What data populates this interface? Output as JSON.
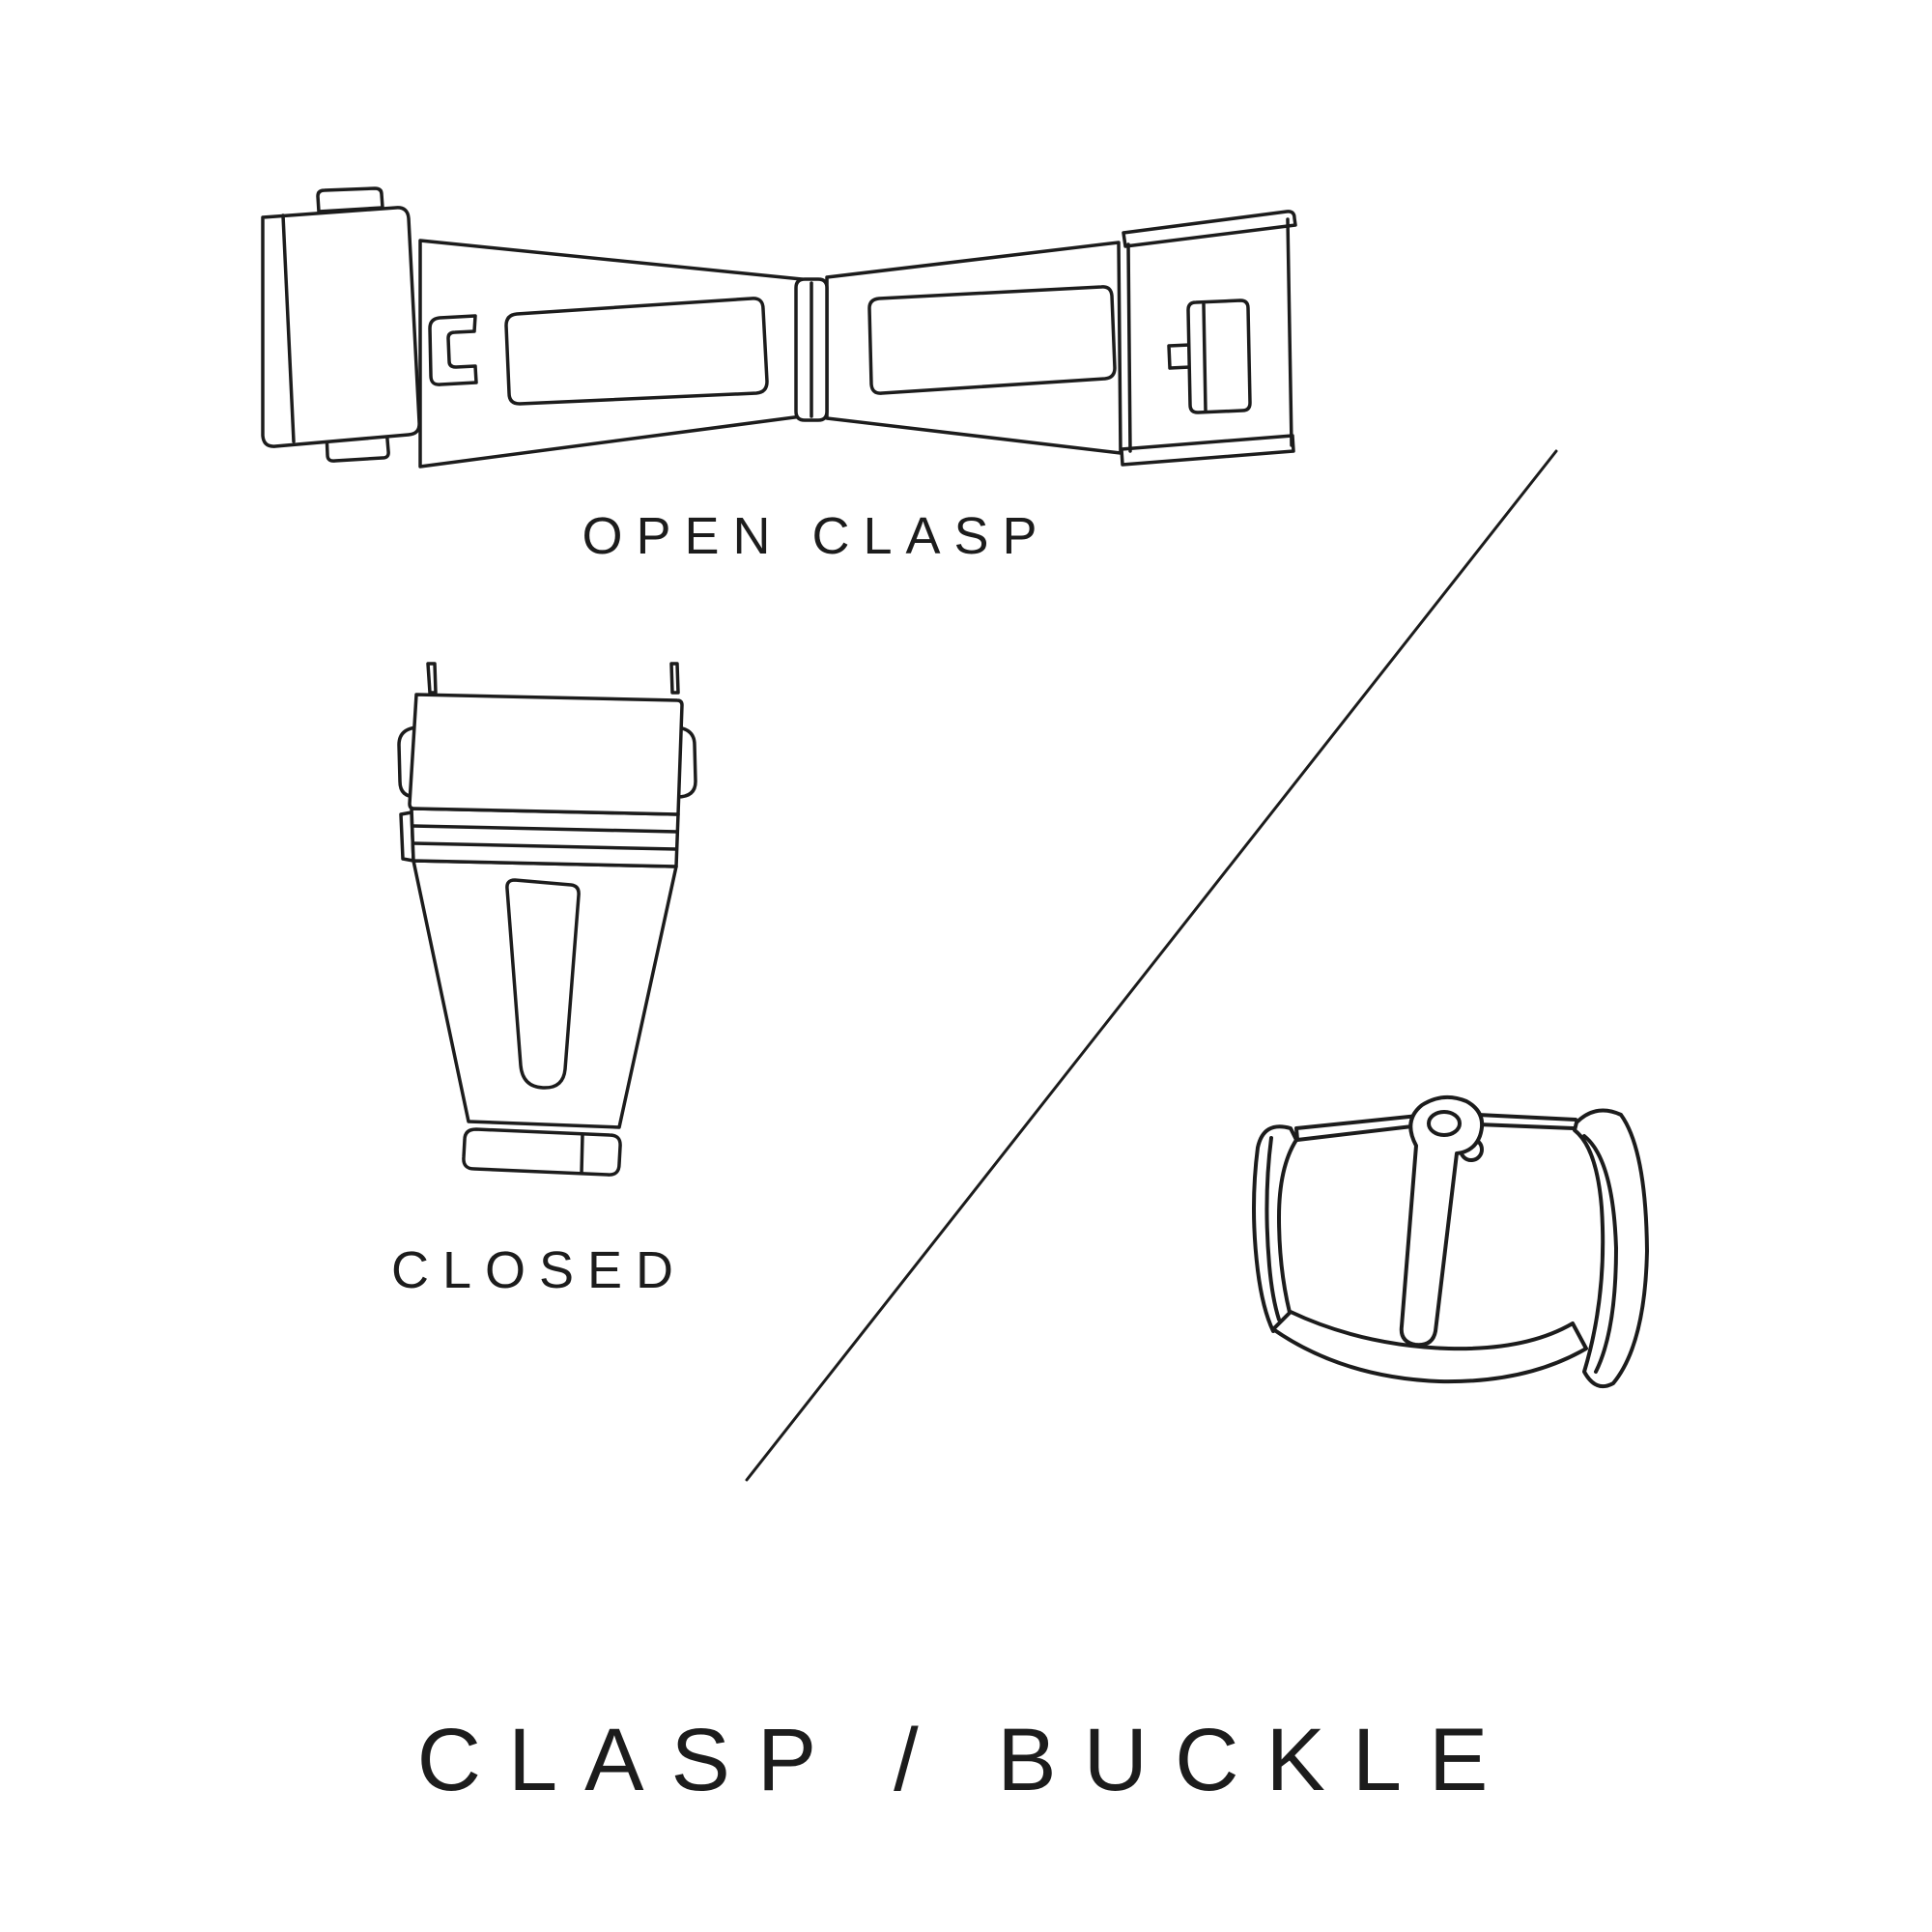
{
  "colors": {
    "ink": "#1c1c1c",
    "background": "#ffffff"
  },
  "title": "CLASP / BUCKLE",
  "labels": {
    "open_clasp": "OPEN CLASP",
    "closed_clasp": "CLOSED"
  },
  "illustrations": {
    "open_clasp": "open-clasp-line-drawing",
    "closed_clasp": "closed-clasp-line-drawing",
    "pin_buckle": "pin-buckle-line-drawing",
    "divider": "diagonal-divider-line"
  }
}
